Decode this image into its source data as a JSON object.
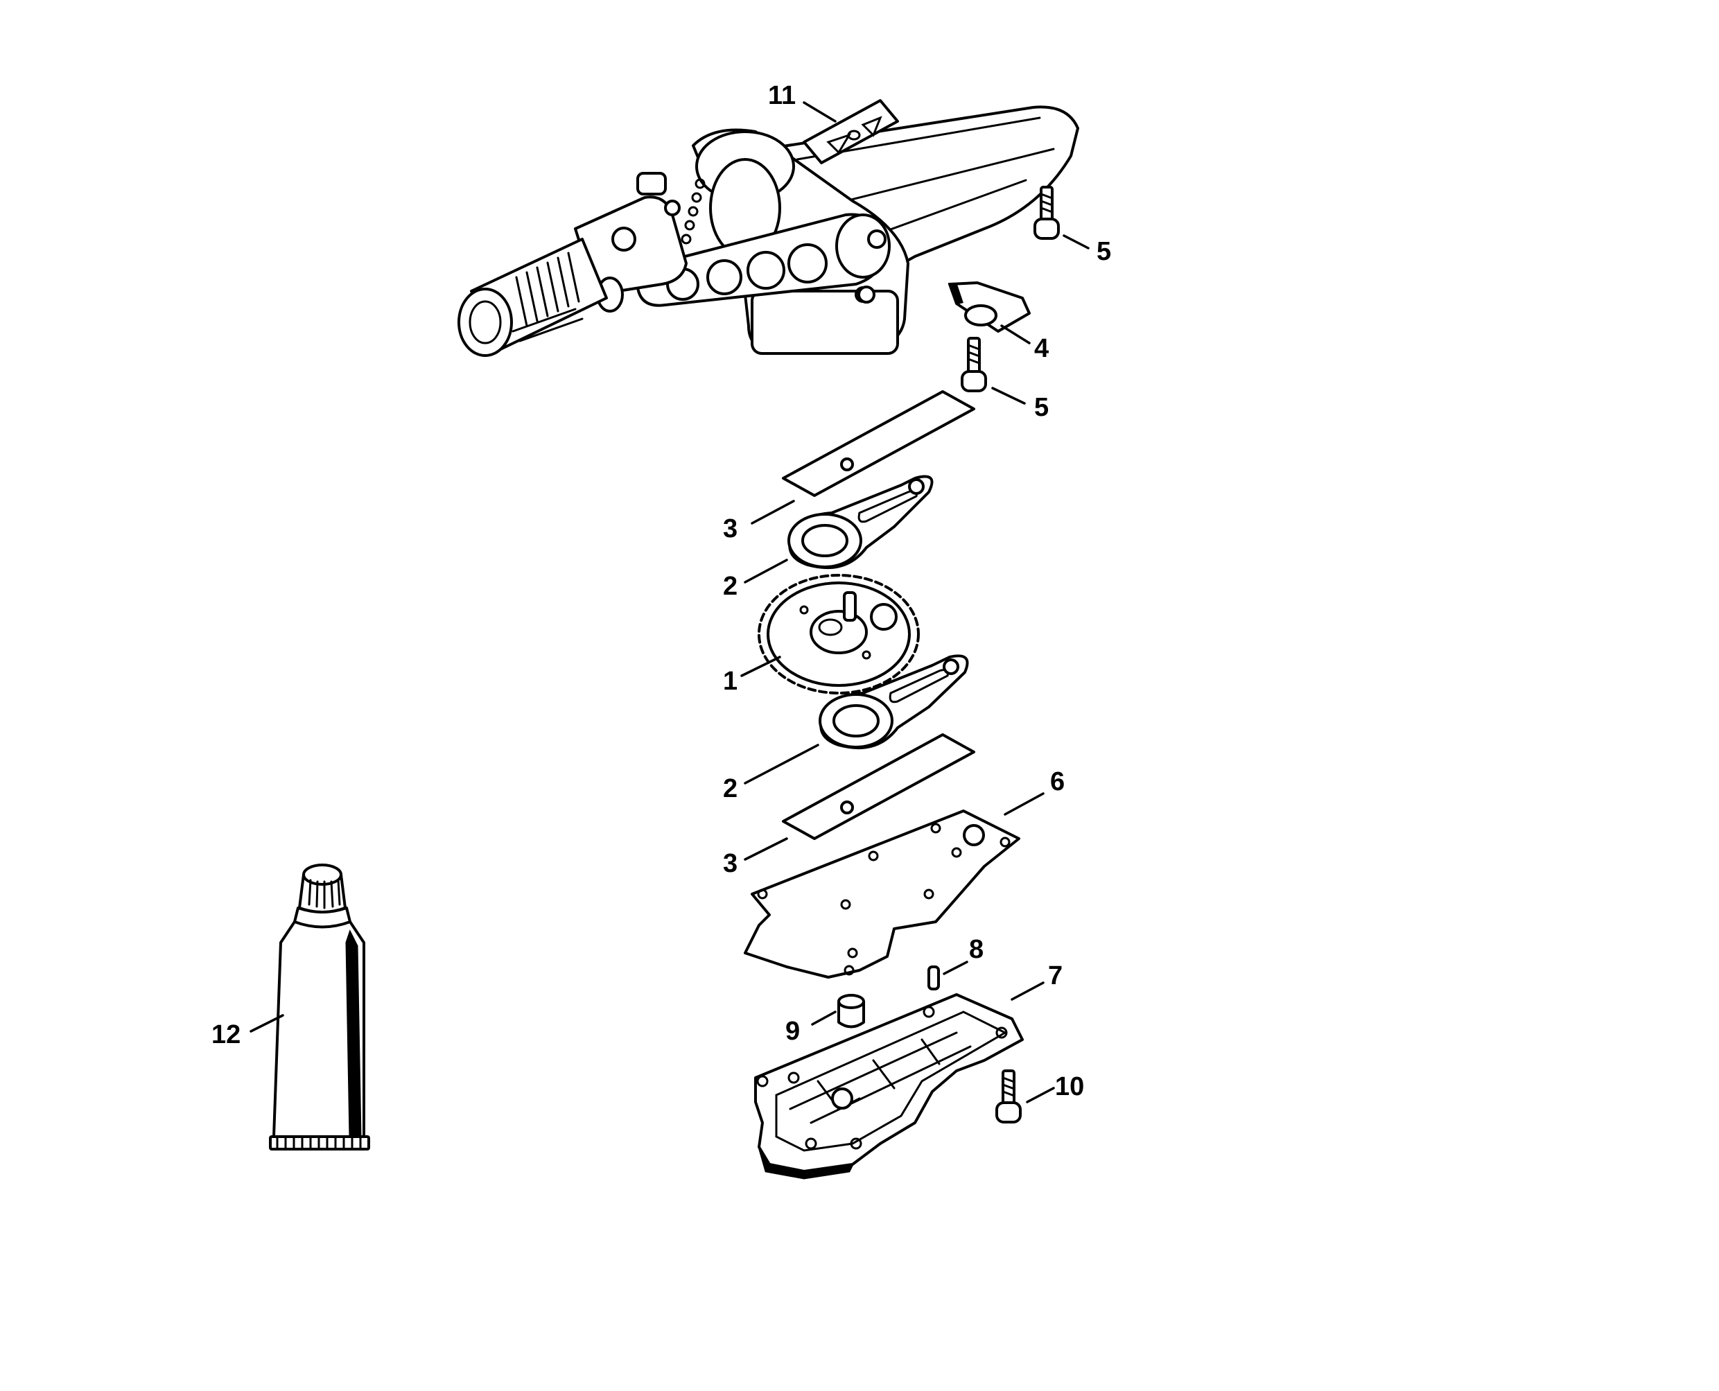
{
  "callouts": [
    {
      "id": "c11",
      "label": "11"
    },
    {
      "id": "c5a",
      "label": "5"
    },
    {
      "id": "c4",
      "label": "4"
    },
    {
      "id": "c5b",
      "label": "5"
    },
    {
      "id": "c3a",
      "label": "3"
    },
    {
      "id": "c2a",
      "label": "2"
    },
    {
      "id": "c1",
      "label": "1"
    },
    {
      "id": "c2b",
      "label": "2"
    },
    {
      "id": "c6",
      "label": "6"
    },
    {
      "id": "c3b",
      "label": "3"
    },
    {
      "id": "c8",
      "label": "8"
    },
    {
      "id": "c7",
      "label": "7"
    },
    {
      "id": "c12",
      "label": "12"
    },
    {
      "id": "c9",
      "label": "9"
    },
    {
      "id": "c10",
      "label": "10"
    }
  ],
  "colors": {
    "line": "#000000",
    "background": "#ffffff"
  }
}
